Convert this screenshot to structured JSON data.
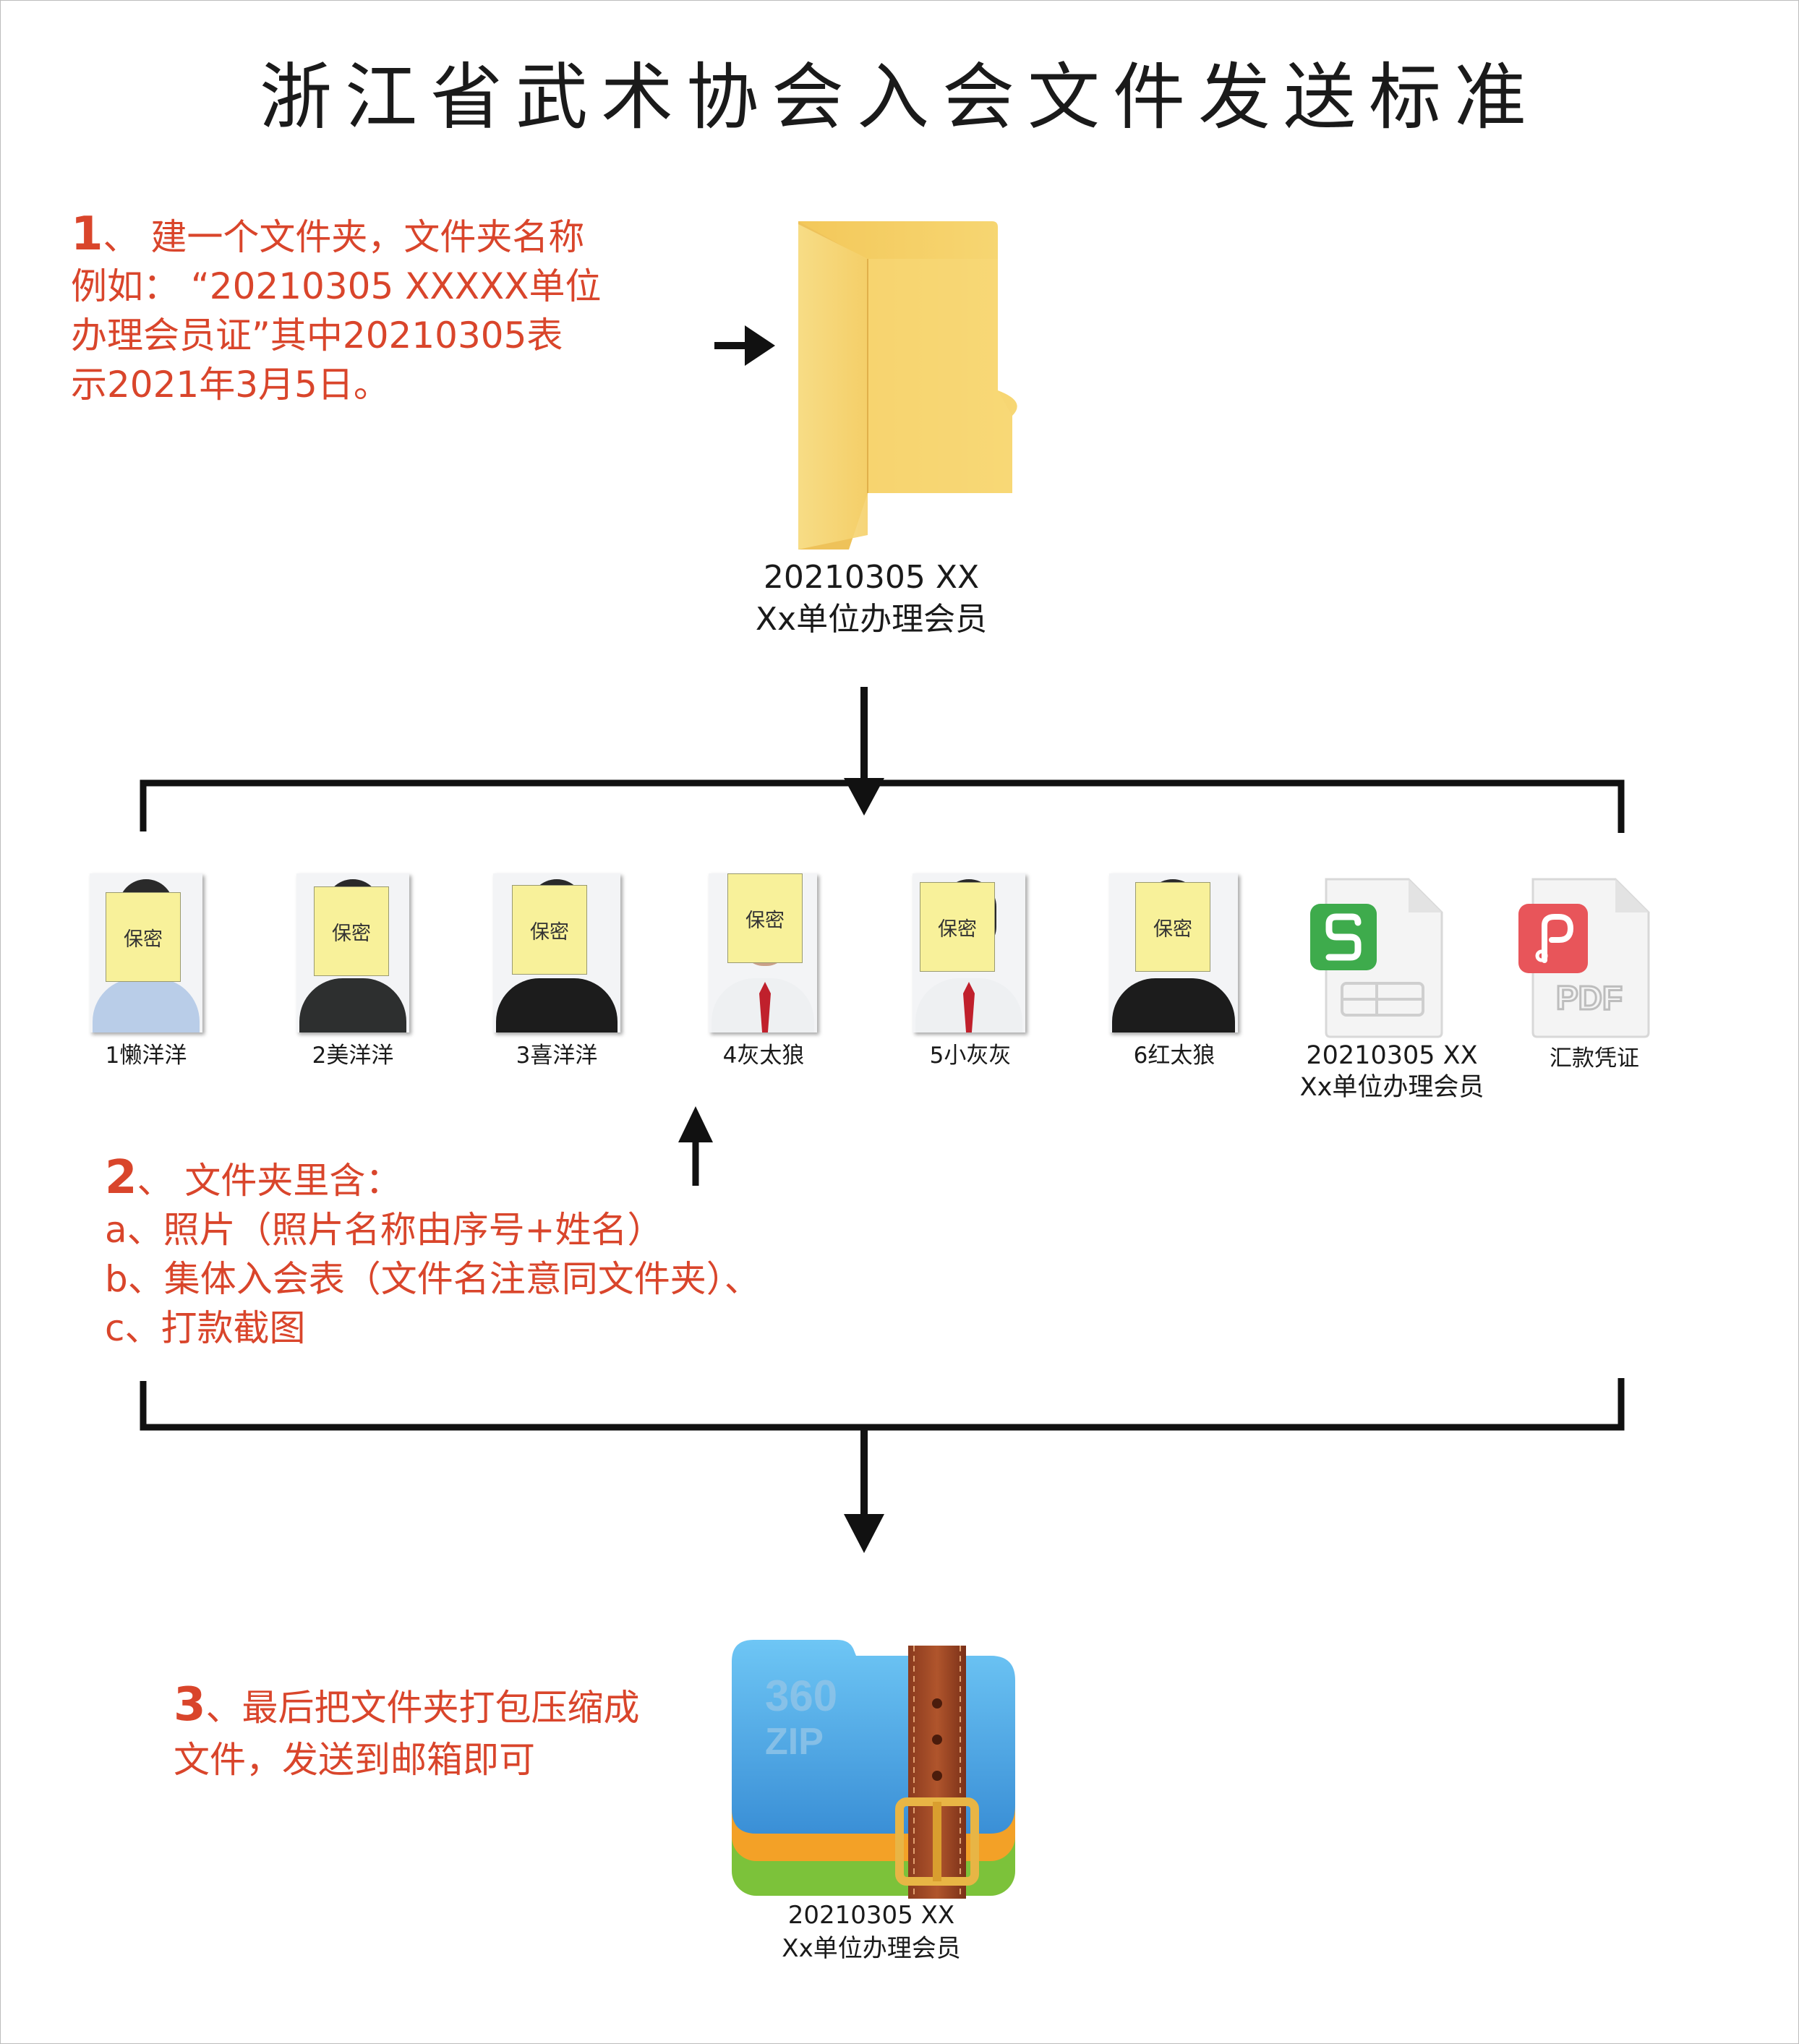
{
  "title": "浙江省武术协会入会文件发送标准",
  "step1": {
    "number": "1",
    "line1": "、 建一个文件夹，文件夹名称",
    "line2": "例如：  “20210305 XXXXX单位",
    "line3": "办理会员证”其中20210305表",
    "line4": "示2021年3月5日。"
  },
  "folder": {
    "icon": "folder-icon",
    "label_line1": "20210305 XX",
    "label_line2": "Xx单位办理会员"
  },
  "colors": {
    "accent": "#d9452b",
    "folder": "#f7d46c",
    "sticky": "#f8f19a",
    "sheet_green": "#3eab4c",
    "pdf_red": "#e8555a"
  },
  "photos": [
    {
      "label": "1懒洋洋",
      "sticky": "保密",
      "shirt": "light-blue"
    },
    {
      "label": "2美洋洋",
      "sticky": "保密",
      "shirt": "dark"
    },
    {
      "label": "3喜洋洋",
      "sticky": "保密",
      "shirt": "black-hoodie"
    },
    {
      "label": "4灰太狼",
      "sticky": "保密",
      "shirt": "white-shirt-red-tie"
    },
    {
      "label": "5小灰灰",
      "sticky": "保密",
      "shirt": "white-shirt-red-tie"
    },
    {
      "label": "6红太狼",
      "sticky": "保密",
      "shirt": "black-hoodie"
    }
  ],
  "sheet_file": {
    "icon": "spreadsheet-icon",
    "label_line1": "20210305 XX",
    "label_line2": "Xx单位办理会员"
  },
  "pdf_file": {
    "icon": "pdf-icon",
    "badge": "PDF",
    "label": "汇款凭证"
  },
  "step2": {
    "number": "2",
    "line1": "、 文件夹里含：",
    "line2": "a、照片（照片名称由序号+姓名）",
    "line3": "b、集体入会表（文件名注意同文件夹）、",
    "line4": "c、打款截图"
  },
  "step3": {
    "number": "3",
    "line1": "、最后把文件夹打包压缩成",
    "line2": "文件，发送到邮箱即可"
  },
  "zip": {
    "icon": "zip-archive-icon",
    "brand_line1": "360",
    "brand_line2": "ZIP",
    "label_line1": "20210305 XX",
    "label_line2": "Xx单位办理会员"
  }
}
